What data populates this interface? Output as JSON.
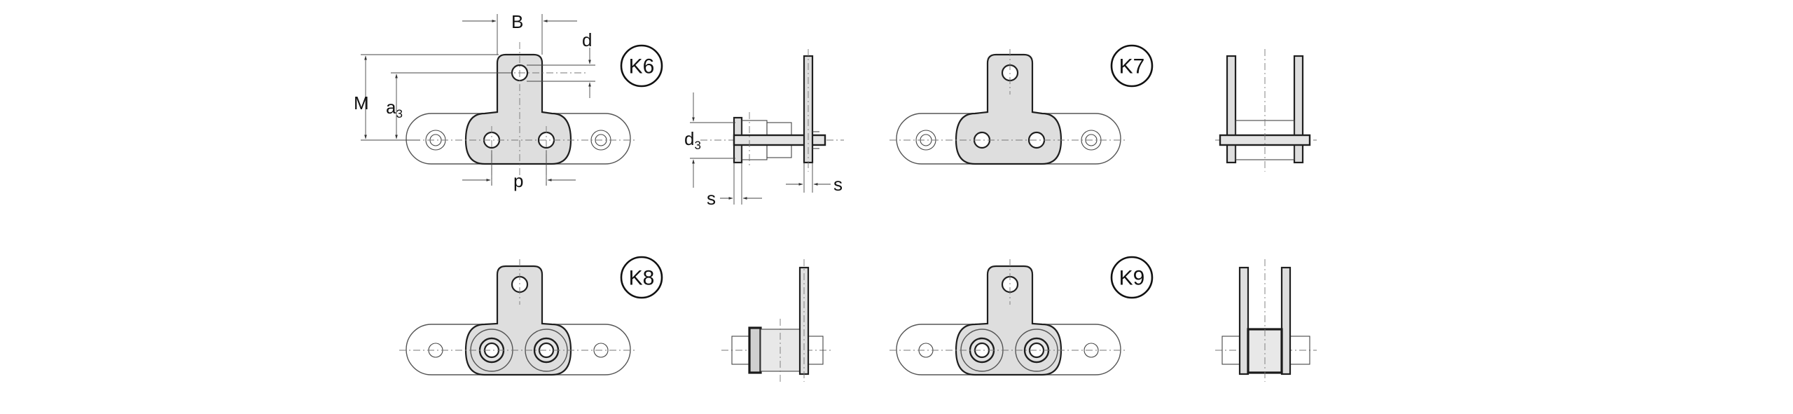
{
  "figures": [
    {
      "tag": "K6"
    },
    {
      "tag": "K7"
    },
    {
      "tag": "K8"
    },
    {
      "tag": "K9"
    }
  ],
  "dimensions": {
    "B": "B",
    "d": "d",
    "M": "M",
    "a3_main": "a",
    "a3_sub": "3",
    "p": "p",
    "d3_main": "d",
    "d3_sub": "3",
    "s_left": "s",
    "s_right": "s"
  }
}
